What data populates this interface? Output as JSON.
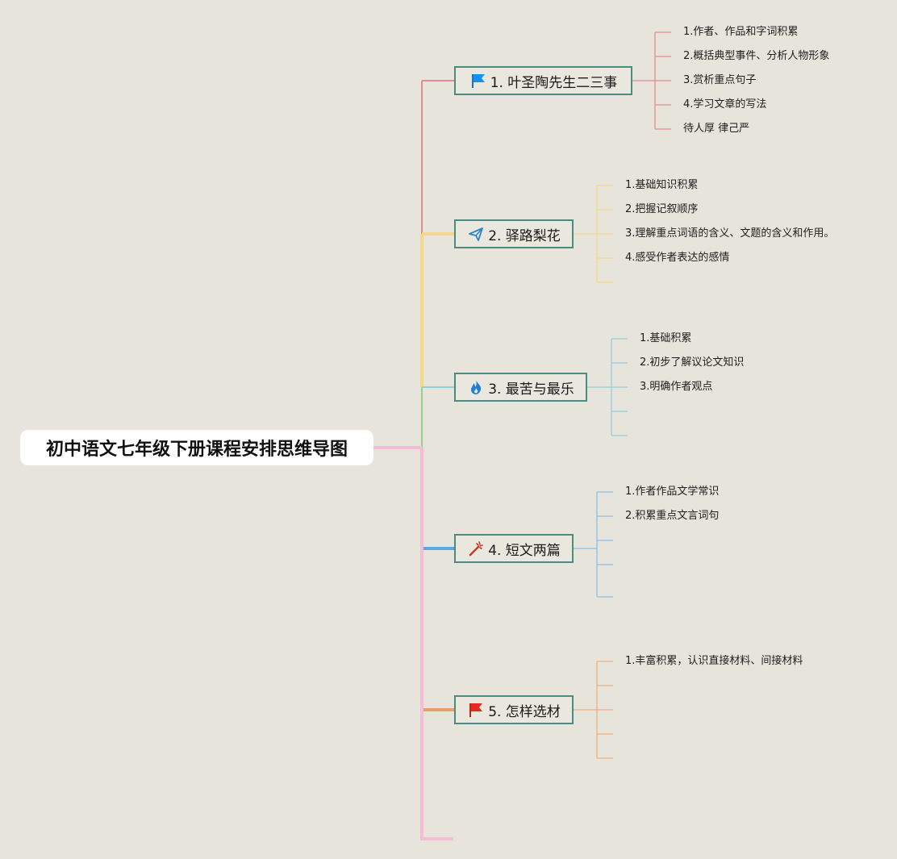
{
  "root": {
    "title": "初中语文七年级下册课程安排思维导图"
  },
  "branches": [
    {
      "label": "1. 叶圣陶先生二三事",
      "icon": "flag-icon",
      "color": "#e58a8e",
      "items": [
        "1.作者、作品和字词积累",
        "2.概括典型事件、分析人物形象",
        "3.赏析重点句子",
        "4.学习文章的写法",
        "待人厚 律己严"
      ]
    },
    {
      "label": "2. 驿路梨花",
      "icon": "paper-plane-icon",
      "color": "#f5d78a",
      "items": [
        "1.基础知识积累",
        "2.把握记叙顺序",
        "3.理解重点词语的含义、文题的含义和作用。",
        "4.感受作者表达的感情",
        ""
      ]
    },
    {
      "label": "3. 最苦与最乐",
      "icon": "flame-icon",
      "color": "#8fcfdc",
      "items": [
        "1.基础积累",
        "2.初步了解议论文知识",
        "3.明确作者观点",
        "",
        ""
      ]
    },
    {
      "label": "4. 短文两篇",
      "icon": "magic-wand-icon",
      "color": "#8cbfe4",
      "items": [
        "1.作者作品文学常识",
        "2.积累重点文言词句",
        "",
        "",
        ""
      ]
    },
    {
      "label": "5. 怎样选材",
      "icon": "red-flag-icon",
      "color": "#f0b07e",
      "items": [
        "1.丰富积累，认识直接材料、间接材料",
        "",
        "",
        "",
        ""
      ]
    }
  ]
}
